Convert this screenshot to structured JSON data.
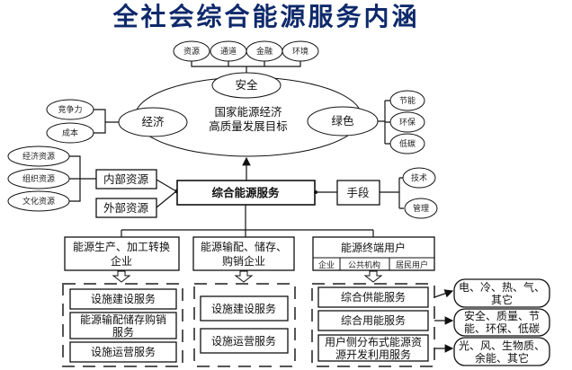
{
  "title": "全社会综合能源服务内涵",
  "goal": {
    "center_line1": "国家能源经济",
    "center_line2": "高质量发展目标",
    "security": "安全",
    "security_factors": [
      "资源",
      "通道",
      "金融",
      "环境"
    ],
    "economy": "经济",
    "economy_factors": [
      "竞争力",
      "成本"
    ],
    "green": "绿色",
    "green_factors": [
      "节能",
      "环保",
      "低碳"
    ]
  },
  "resources": {
    "internal": "内部资源",
    "internal_items": [
      "经济资源",
      "组织资源",
      "文化资源"
    ],
    "external": "外部资源"
  },
  "core": "综合能源服务",
  "means": {
    "label": "手段",
    "items": [
      "技术",
      "管理"
    ]
  },
  "entities": [
    {
      "line1": "能源生产、加工转换",
      "line2": "企业"
    },
    {
      "line1": "能源输配、储存、",
      "line2": "购销企业"
    },
    {
      "line1": "能源终端用户",
      "subs": [
        "企业",
        "公共机构",
        "居民用户"
      ]
    }
  ],
  "services": {
    "producer": [
      {
        "line1": "设施建设服务"
      },
      {
        "line1": "能源输配储存购销",
        "line2": "服务"
      },
      {
        "line1": "设施运营服务"
      }
    ],
    "distributor": [
      {
        "line1": "设施建设服务"
      },
      {
        "line1": "设施运营服务"
      }
    ],
    "enduser": [
      {
        "line1": "综合供能服务"
      },
      {
        "line1": "综合用能服务"
      },
      {
        "line1": "用户侧分布式能源资",
        "line2": "源开发利用服务"
      }
    ]
  },
  "outcomes": [
    {
      "line1": "电、冷、热、气、",
      "line2": "其它"
    },
    {
      "line1": "安全、质量、节",
      "line2": "能、环保、低碳"
    },
    {
      "line1": "光、风、生物质、",
      "line2": "余能、其它"
    }
  ],
  "colors": {
    "title": "#0f2a6b",
    "line": "#111111",
    "dash": "#555555"
  }
}
